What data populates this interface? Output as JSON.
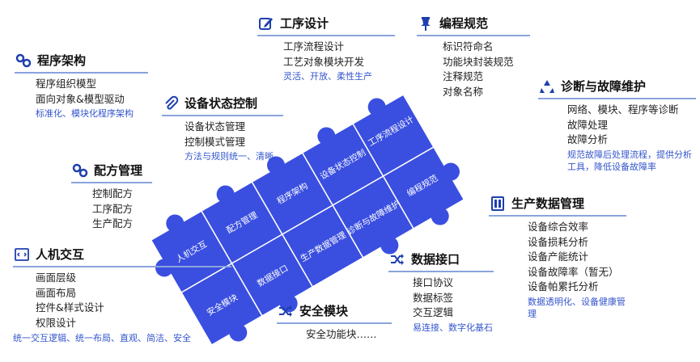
{
  "design": {
    "title": "工序设计",
    "items": [
      "工序流程设计",
      "工艺对象模块开发"
    ],
    "note": "灵活、开放、柔性生产",
    "icon": "pencil-square-icon"
  },
  "coding": {
    "title": "编程规范",
    "items": [
      "标识符命名",
      "功能块封装规范",
      "注释规范",
      "对象名称"
    ],
    "icon": "pushpin-icon"
  },
  "arch": {
    "title": "程序架构",
    "items": [
      "程序组织模型",
      "面向对象&模型驱动"
    ],
    "note": "标准化、模块化程序架构",
    "icon": "link-icon"
  },
  "status": {
    "title": "设备状态控制",
    "items": [
      "设备状态管理",
      "控制模式管理"
    ],
    "note": "方法与规则统一、清晰",
    "icon": "paperclip-icon"
  },
  "diag": {
    "title": "诊断与故障维护",
    "items": [
      "网络、模块、程序等诊断",
      "故障处理",
      "故障分析"
    ],
    "note": "规范故障后处理流程，提供分析工具，降低设备故障率",
    "icon": "recycle-icon"
  },
  "recipe": {
    "title": "配方管理",
    "items": [
      "控制配方",
      "工序配方",
      "生产配方"
    ],
    "icon": "link-icon"
  },
  "prod": {
    "title": "生产数据管理",
    "items": [
      "设备综合效率",
      "设备损耗分析",
      "设备产能统计",
      "设备故障率（暂无）",
      "设备帕累托分析"
    ],
    "note": "数据透明化、设备健康管理",
    "icon": "document-icon"
  },
  "hmi": {
    "title": "人机交互",
    "items": [
      "画面层级",
      "画面布局",
      "控件&样式设计",
      "权限设计"
    ],
    "note": "统一交互逻辑、统一布局、直观、简洁、安全",
    "icon": "code-window-icon"
  },
  "data": {
    "title": "数据接口",
    "items": [
      "接口协议",
      "数据标签",
      "交互逻辑"
    ],
    "note": "易连接、数字化基石",
    "icon": "shuffle-icon"
  },
  "safety": {
    "title": "安全模块",
    "items": [
      "安全功能块……"
    ],
    "icon": "shuffle-icon"
  },
  "puzzle": {
    "color": "#3a4fe0",
    "pieces": [
      "工序流程设计",
      "设备状态控制",
      "编程规范",
      "程序架构",
      "诊断与故障维护",
      "配方管理",
      "生产数据管理",
      "人机交互",
      "数据接口",
      "安全模块"
    ]
  }
}
